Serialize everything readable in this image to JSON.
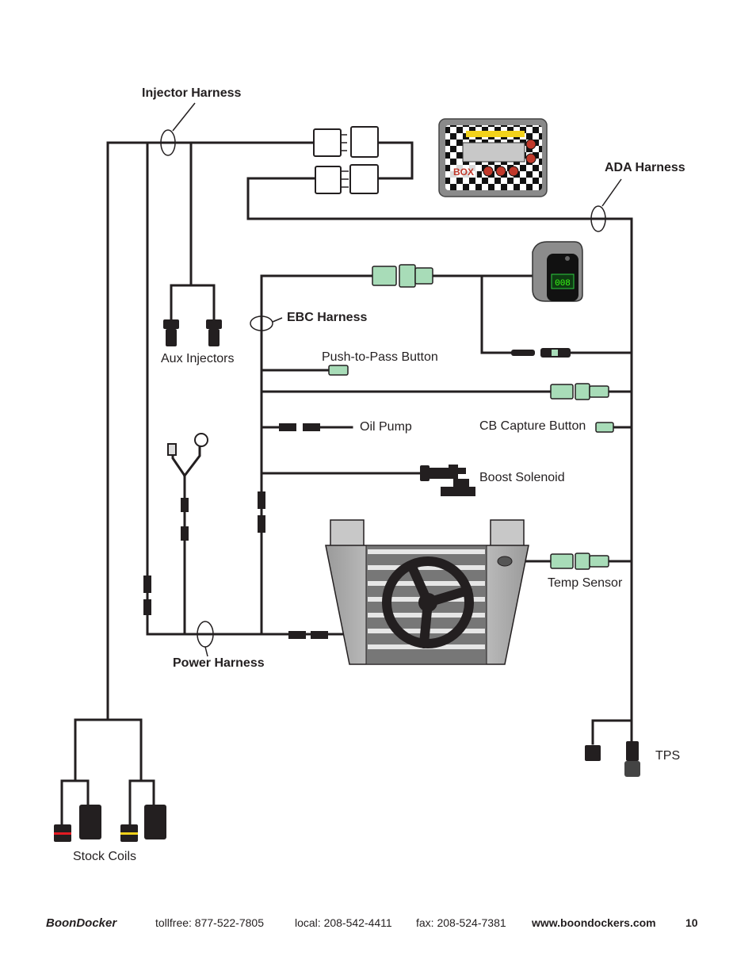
{
  "labels": {
    "injector_harness": "Injector Harness",
    "ada_harness": "ADA Harness",
    "ebc_harness": "EBC Harness",
    "power_harness": "Power Harness",
    "aux_injectors": "Aux Injectors",
    "push_to_pass": "Push-to-Pass Button",
    "oil_pump": "Oil Pump",
    "cb_capture": "CB Capture Button",
    "boost_solenoid": "Boost Solenoid",
    "temp_sensor": "Temp Sensor",
    "tps": "TPS",
    "stock_coils": "Stock Coils"
  },
  "device": {
    "display_value": "008"
  },
  "footer": {
    "brand": "BoonDocker",
    "tollfree": "tollfree: 877-522-7805",
    "local": "local: 208-542-4411",
    "fax": "fax: 208-524-7381",
    "website": "www.boondockers.com",
    "page_number": "10"
  }
}
